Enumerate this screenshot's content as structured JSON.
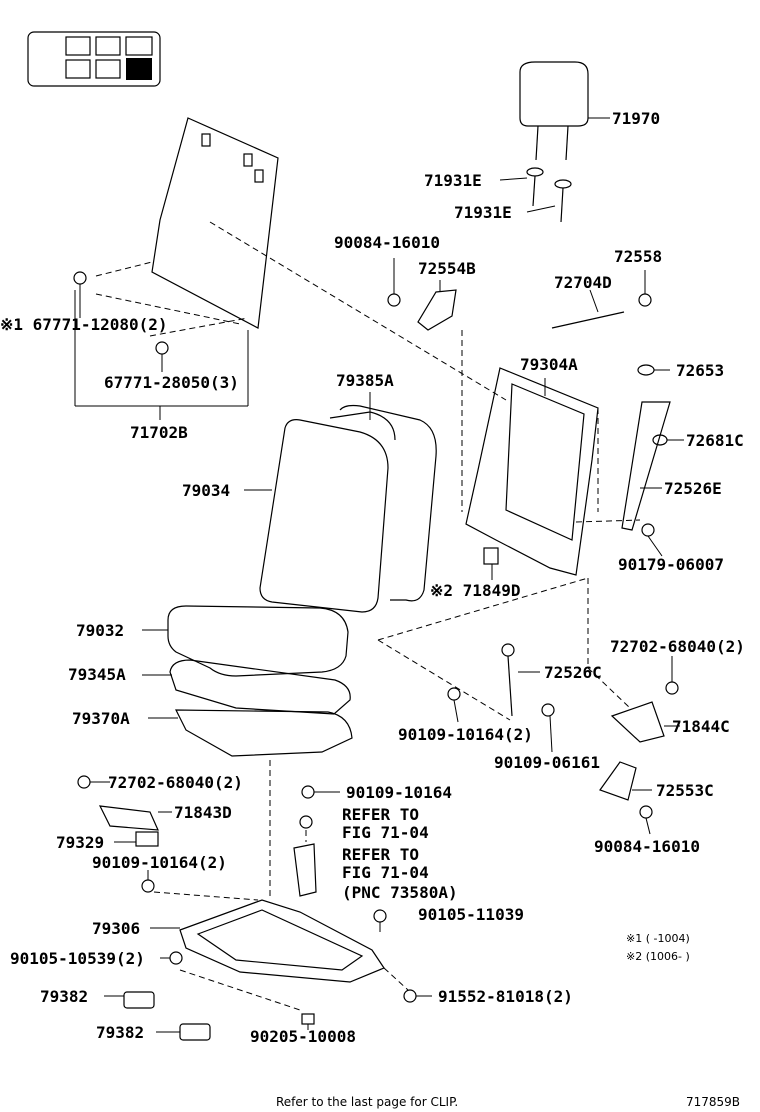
{
  "labels": {
    "p71970": "71970",
    "p71931e_a": "71931E",
    "p71931e_b": "71931E",
    "p90084_16010_top": "90084-16010",
    "p72554b": "72554B",
    "p72558": "72558",
    "p72704d": "72704D",
    "p67771_12080": "※1 67771-12080(2)",
    "p67771_28050": "67771-28050(3)",
    "p71702b": "71702B",
    "p79385a": "79385A",
    "p79304a": "79304A",
    "p72653": "72653",
    "p72681c": "72681C",
    "p79034": "79034",
    "p72526e": "72526E",
    "p90179_06007": "90179-06007",
    "p71849d": "※2 71849D",
    "p79032": "79032",
    "p72702_68040_r": "72702-68040(2)",
    "p79345a": "79345A",
    "p72526c": "72526C",
    "p79370a": "79370A",
    "p90109_10164_2a": "90109-10164(2)",
    "p71844c": "71844C",
    "p90109_06161": "90109-06161",
    "p72702_68040_l": "72702-68040(2)",
    "p90109_10164": "90109-10164",
    "p71843d": "71843D",
    "p72553c": "72553C",
    "p79329": "79329",
    "p90084_16010_bot": "90084-16010",
    "p90109_10164_2b": "90109-10164(2)",
    "refer1_line1": "REFER TO",
    "refer1_line2": "FIG 71-04",
    "refer2_line1": "REFER TO",
    "refer2_line2": "FIG 71-04",
    "refer2_line3": "(PNC 73580A)",
    "p79306": "79306",
    "p90105_11039": "90105-11039",
    "p90105_10539": "90105-10539(2)",
    "p79382_a": "79382",
    "p79382_b": "79382",
    "p91552_81018": "91552-81018(2)",
    "p90205_10008": "90205-10008",
    "note1": "※1 (      -1004)",
    "note2": "※2 (1006-      )"
  },
  "footer": {
    "clip_note": "Refer to the last page for CLIP.",
    "figure_code": "717859B"
  }
}
